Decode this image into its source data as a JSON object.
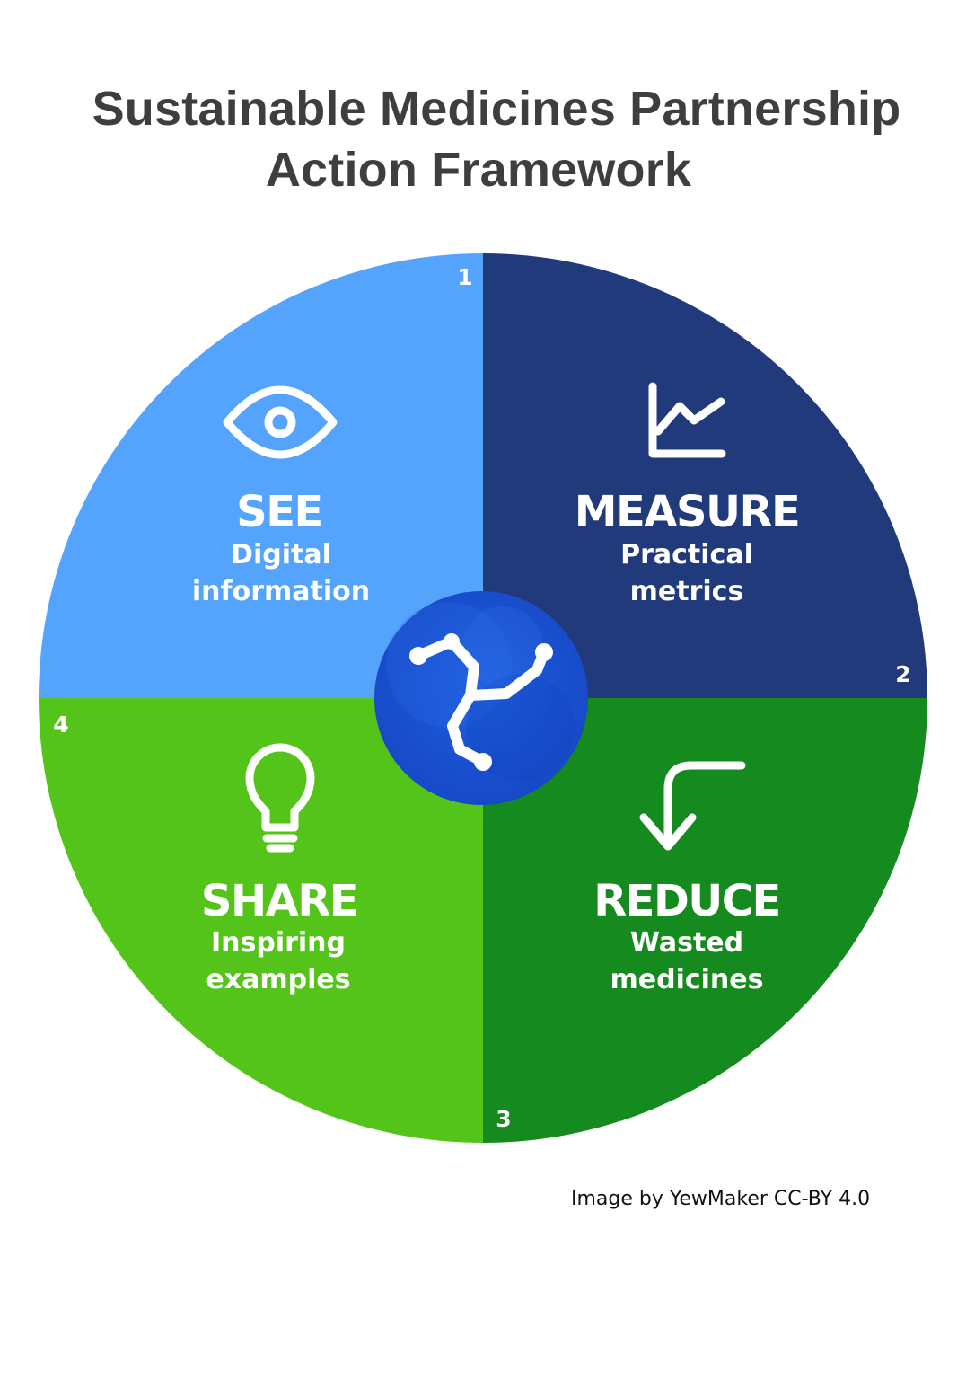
{
  "title": {
    "line1": "Sustainable Medicines Partnership",
    "line2": "Action Framework"
  },
  "center": {
    "icon": "molecule-logo-icon",
    "color": "#1b56d6"
  },
  "quadrants": [
    {
      "number": "1",
      "title": "SEE",
      "subtitle_line1": "Digital",
      "subtitle_line2": "information",
      "icon": "eye-icon",
      "color": "#54a3fd"
    },
    {
      "number": "2",
      "title": "MEASURE",
      "subtitle_line1": "Practical",
      "subtitle_line2": "metrics",
      "icon": "line-chart-icon",
      "color": "#213a7b"
    },
    {
      "number": "3",
      "title": "REDUCE",
      "subtitle_line1": "Wasted",
      "subtitle_line2": "medicines",
      "icon": "return-arrow-icon",
      "color": "#158a1f"
    },
    {
      "number": "4",
      "title": "SHARE",
      "subtitle_line1": "Inspiring",
      "subtitle_line2": "examples",
      "icon": "lightbulb-icon",
      "color": "#54c41a"
    }
  ],
  "credit": "Image by YewMaker CC-BY 4.0"
}
